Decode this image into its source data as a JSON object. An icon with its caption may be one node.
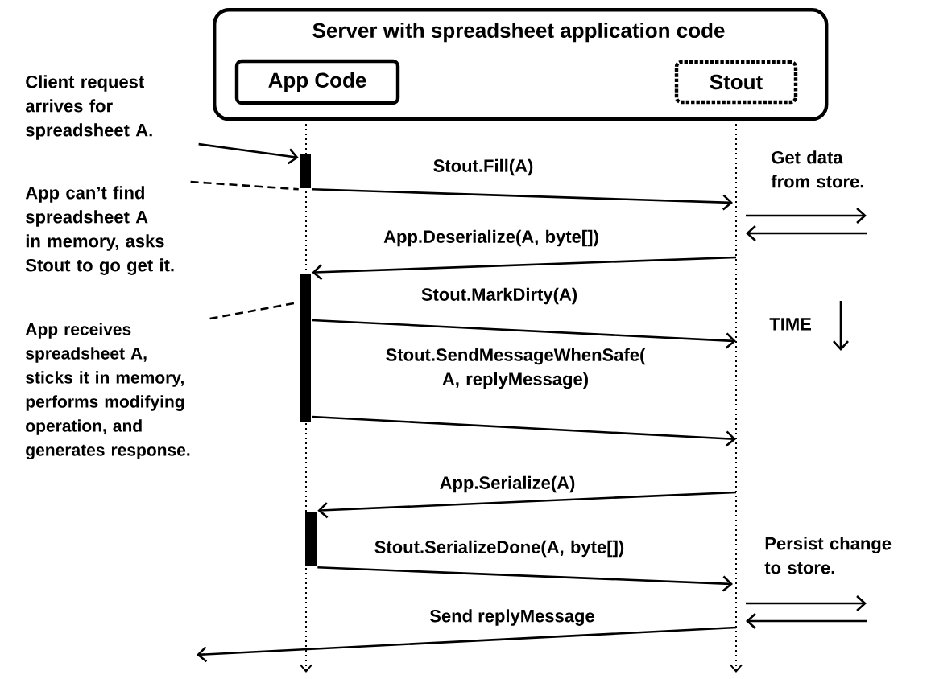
{
  "diagram": {
    "nodes": [
      {
        "text": [
          "Server with spreadsheet application code"
        ]
      },
      {
        "text": [
          "App Code"
        ],
        "in": 0
      },
      {
        "text": [
          "Stout"
        ],
        "in": 0
      },
      {
        "text": [
          "Client request arrives for spreadsheet A."
        ]
      },
      {
        "text": [
          "App can’t find spreadsheet A in memory, asks Stout to go get it."
        ]
      },
      {
        "text": [
          "App receives spreadsheet A, sticks it in memory, performs modifying operation, and generates response."
        ]
      },
      {
        "text": [],
        "shape": "bar"
      },
      {
        "text": [],
        "shape": "bar"
      },
      {
        "text": [],
        "shape": "bar"
      }
    ],
    "edges": [
      {
        "from": 3,
        "to": 6,
        "arrow": "to"
      },
      {
        "from": 4,
        "to": 6,
        "arrow": "none",
        "style": "dashed"
      },
      {
        "from": 5,
        "to": 7,
        "arrow": "none",
        "style": "dashed"
      },
      {
        "from": 6,
        "to": null,
        "arrow": "to",
        "label": "Stout.Fill(A)"
      },
      {
        "from": null,
        "to": 7,
        "arrow": "to",
        "label": "App.Deserialize(A, byte[])"
      },
      {
        "from": 7,
        "to": null,
        "arrow": "to",
        "label": "Stout.MarkDirty(A)"
      },
      {
        "from": 7,
        "to": null,
        "arrow": "to",
        "label": "Stout.SendMessageWhenSafe( A, replyMessage)"
      },
      {
        "from": null,
        "to": 8,
        "arrow": "to",
        "label": "App.Serialize(A)"
      },
      {
        "from": 8,
        "to": null,
        "arrow": "to",
        "label": "Stout.SerializeDone(A, byte[])"
      }
    ],
    "labels": [
      "Get data from store.",
      "TIME",
      "Persist change to store.",
      "Send replyMessage"
    ]
  }
}
